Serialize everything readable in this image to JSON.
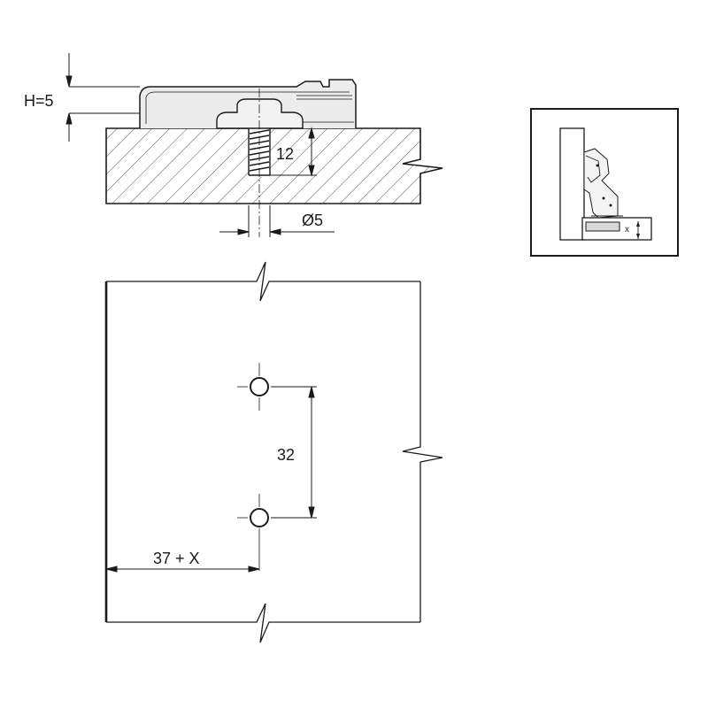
{
  "section_view": {
    "height_label": "H=5",
    "depth_label": "12",
    "diameter_label": "Ø5"
  },
  "plan_view": {
    "spacing_label": "32",
    "offset_label": "37 + X"
  },
  "inset_view": {
    "x_label": "x"
  },
  "colors": {
    "line": "#1a1a1a",
    "hatch": "#444444",
    "plate_fill": "#ececec",
    "background": "#ffffff"
  }
}
